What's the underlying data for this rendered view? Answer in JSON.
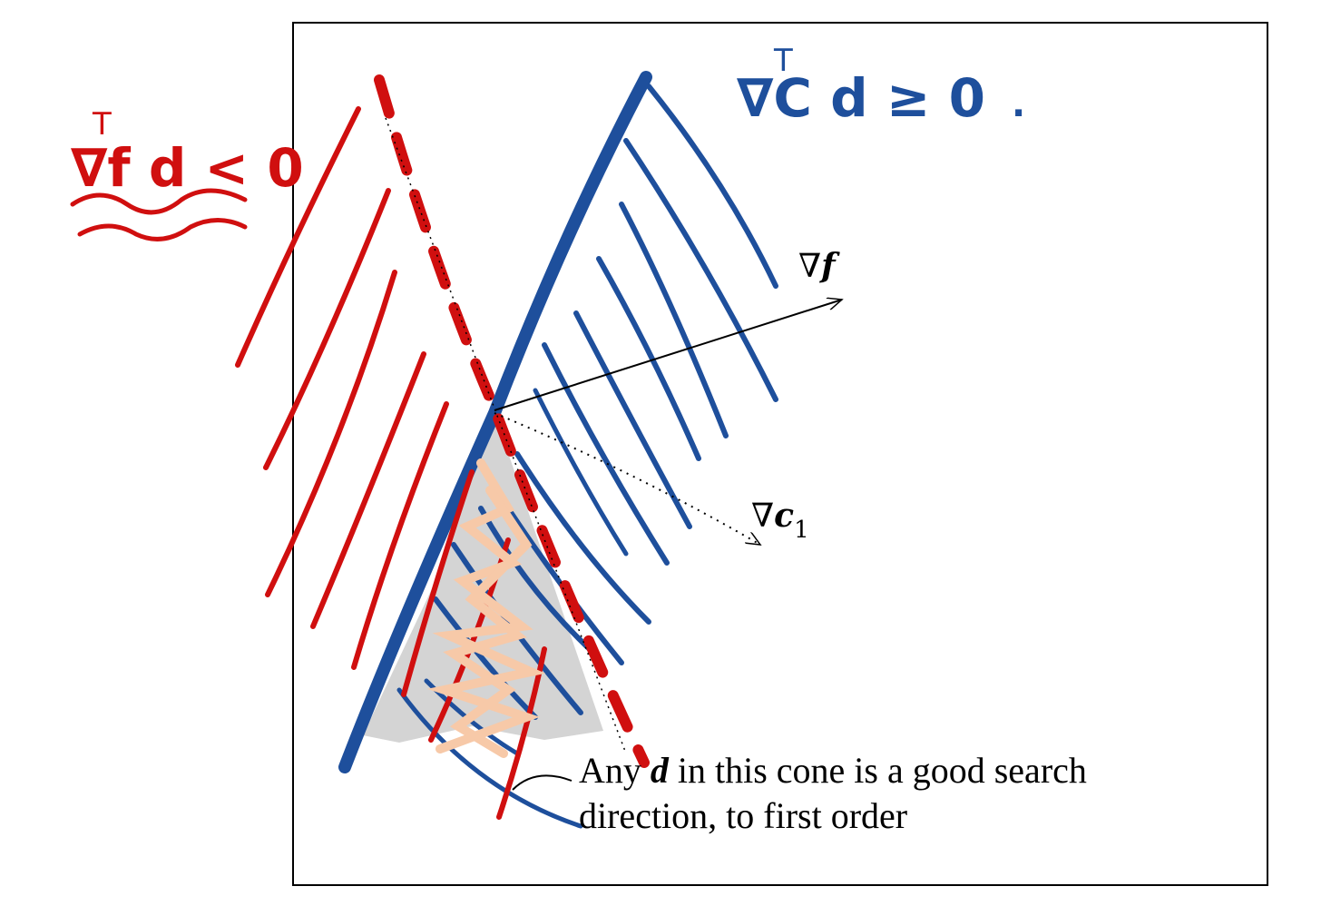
{
  "colors": {
    "red": "#d00f0f",
    "blue": "#1e4f9c",
    "peach": "#f7c9a8",
    "gray": "#d4d4d4",
    "black": "#000000"
  },
  "figure": {
    "grad_f_symbol": "∇",
    "grad_f_var": "f",
    "grad_c_symbol": "∇",
    "grad_c_var": "c",
    "grad_c_sub": "1",
    "caption_line1_pre": "Any ",
    "caption_line1_var": "d",
    "caption_line1_post": " in this cone is a good search",
    "caption_line2": "direction, to first order"
  },
  "annotations": {
    "red_note": {
      "superscript": "T",
      "text": "∇f d < 0"
    },
    "blue_note": {
      "superscript": "T",
      "text": "∇C d ≥ 0",
      "trailing_dot": "."
    }
  }
}
